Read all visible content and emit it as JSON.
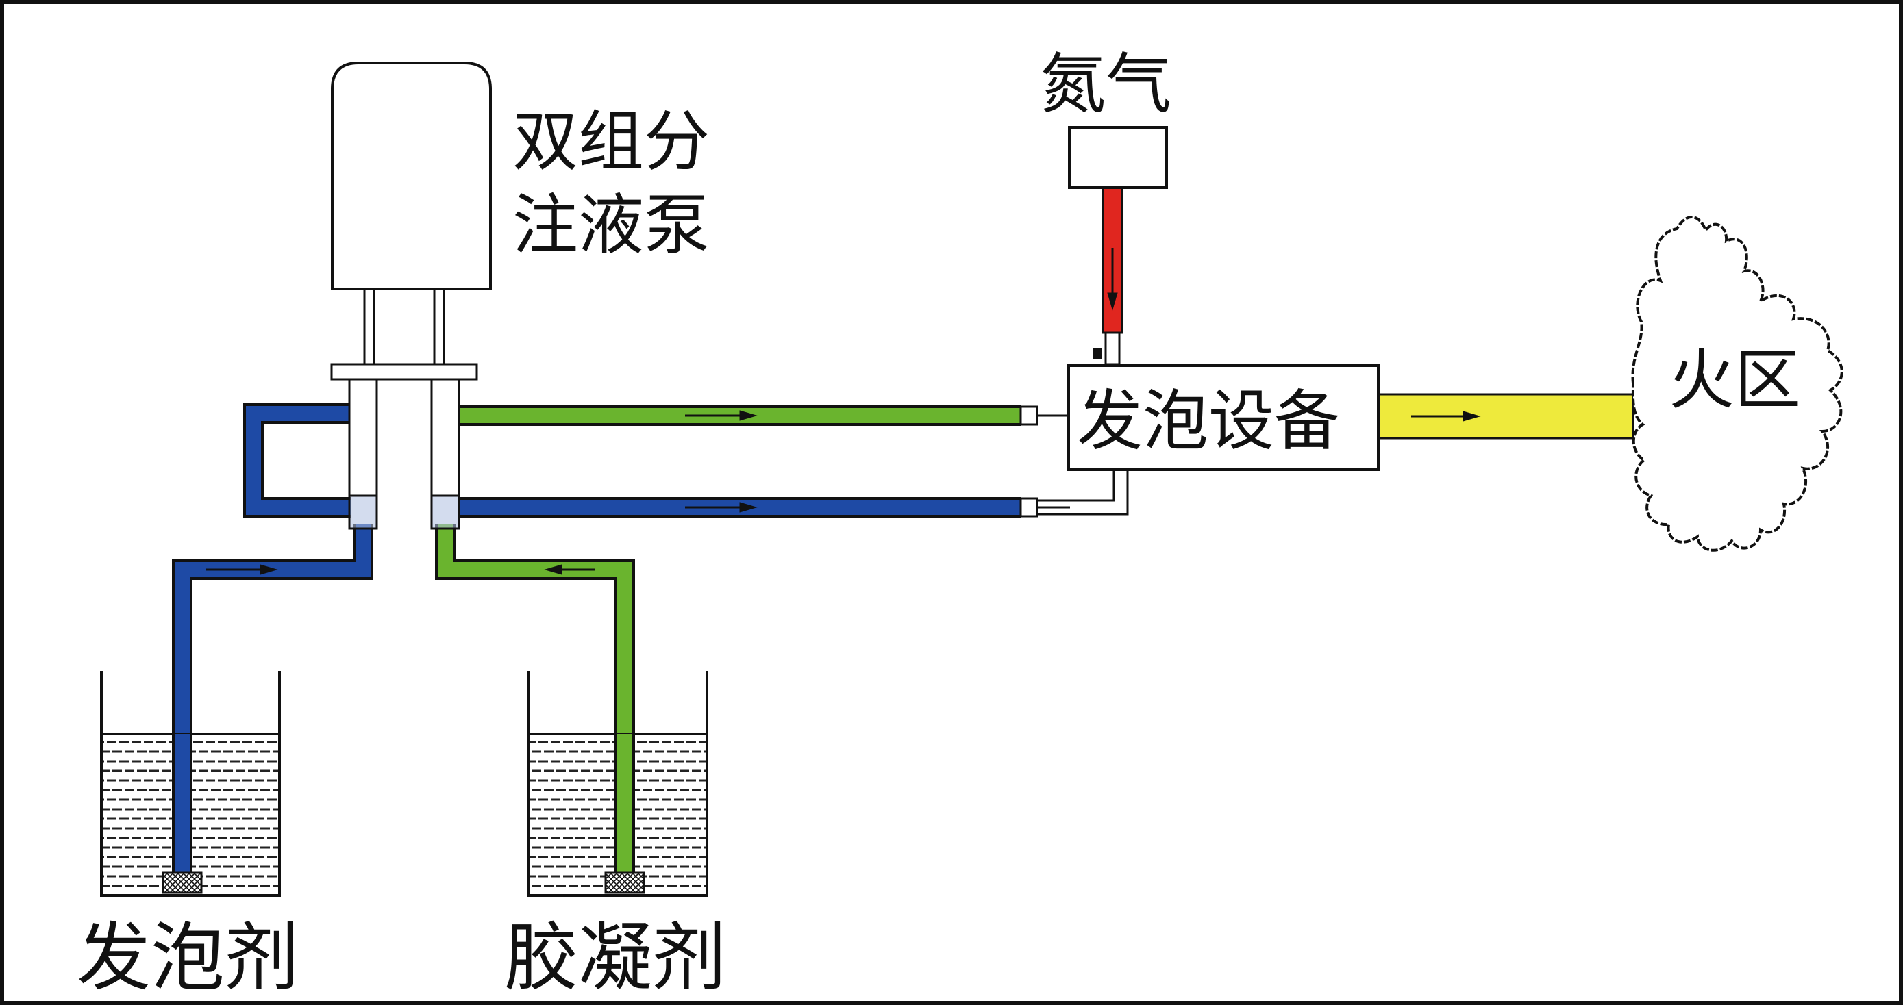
{
  "labels": {
    "pump_line1": "双组分",
    "pump_line2": "注液泵",
    "nitrogen": "氮气",
    "foam_device": "发泡设备",
    "fire_zone": "火区",
    "foaming_agent": "发泡剂",
    "gelling_agent": "胶凝剂"
  },
  "colors": {
    "foaming_line": "#1e4aa5",
    "gelling_line": "#6ab42e",
    "nitrogen_line": "#e0261f",
    "foam_output": "#eeea3c",
    "outline": "#111111",
    "background": "#ffffff"
  },
  "icons": {
    "flow_arrow": "arrow-right-icon",
    "fire_zone_shape": "cloud-icon"
  }
}
